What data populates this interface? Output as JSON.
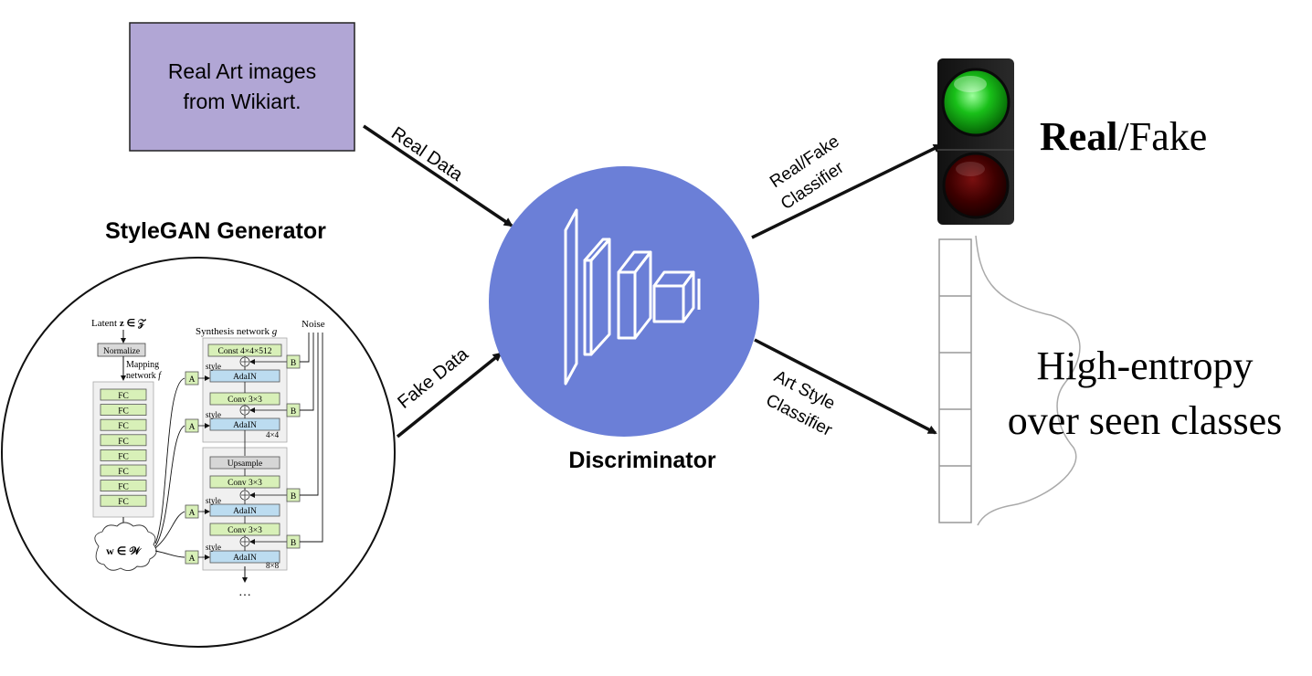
{
  "real_box": {
    "line1": "Real Art images",
    "line2": "from Wikiart."
  },
  "generator": {
    "title": "StyleGAN Generator",
    "latent": "Latent",
    "latent_math": "z ∈ 𝒵",
    "normalize": "Normalize",
    "mapping_line1": "Mapping",
    "mapping_line2": "network",
    "mapping_f": "f",
    "fc_label": "FC",
    "fc_count": 8,
    "w_label": "w ∈ 𝒲",
    "synthesis": "Synthesis network",
    "synthesis_g": "g",
    "noise": "Noise",
    "const": "Const 4×4×512",
    "adain": "AdaIN",
    "conv": "Conv 3×3",
    "upsample": "Upsample",
    "style": "style",
    "a_label": "A",
    "b_label": "B",
    "res1": "4×4",
    "res2": "8×8",
    "ellipsis": "…"
  },
  "arrows": {
    "real_data": "Real Data",
    "fake_data": "Fake Data",
    "rf_line1": "Real/Fake",
    "rf_line2": "Classifier",
    "as_line1": "Art Style",
    "as_line2": "Classifier"
  },
  "discriminator": {
    "label": "Discriminator"
  },
  "output": {
    "real_bold": "Real",
    "fake": "/Fake",
    "entropy_line1": "High-entropy",
    "entropy_line2": "over seen classes"
  },
  "colors": {
    "purple_box": "#b1a6d5",
    "disc_blue": "#6b7fd7",
    "light_green": "#00d000",
    "dark_red": "#4a0000",
    "fc_green": "#d8f0b8",
    "adain_blue": "#bcdcf0"
  }
}
